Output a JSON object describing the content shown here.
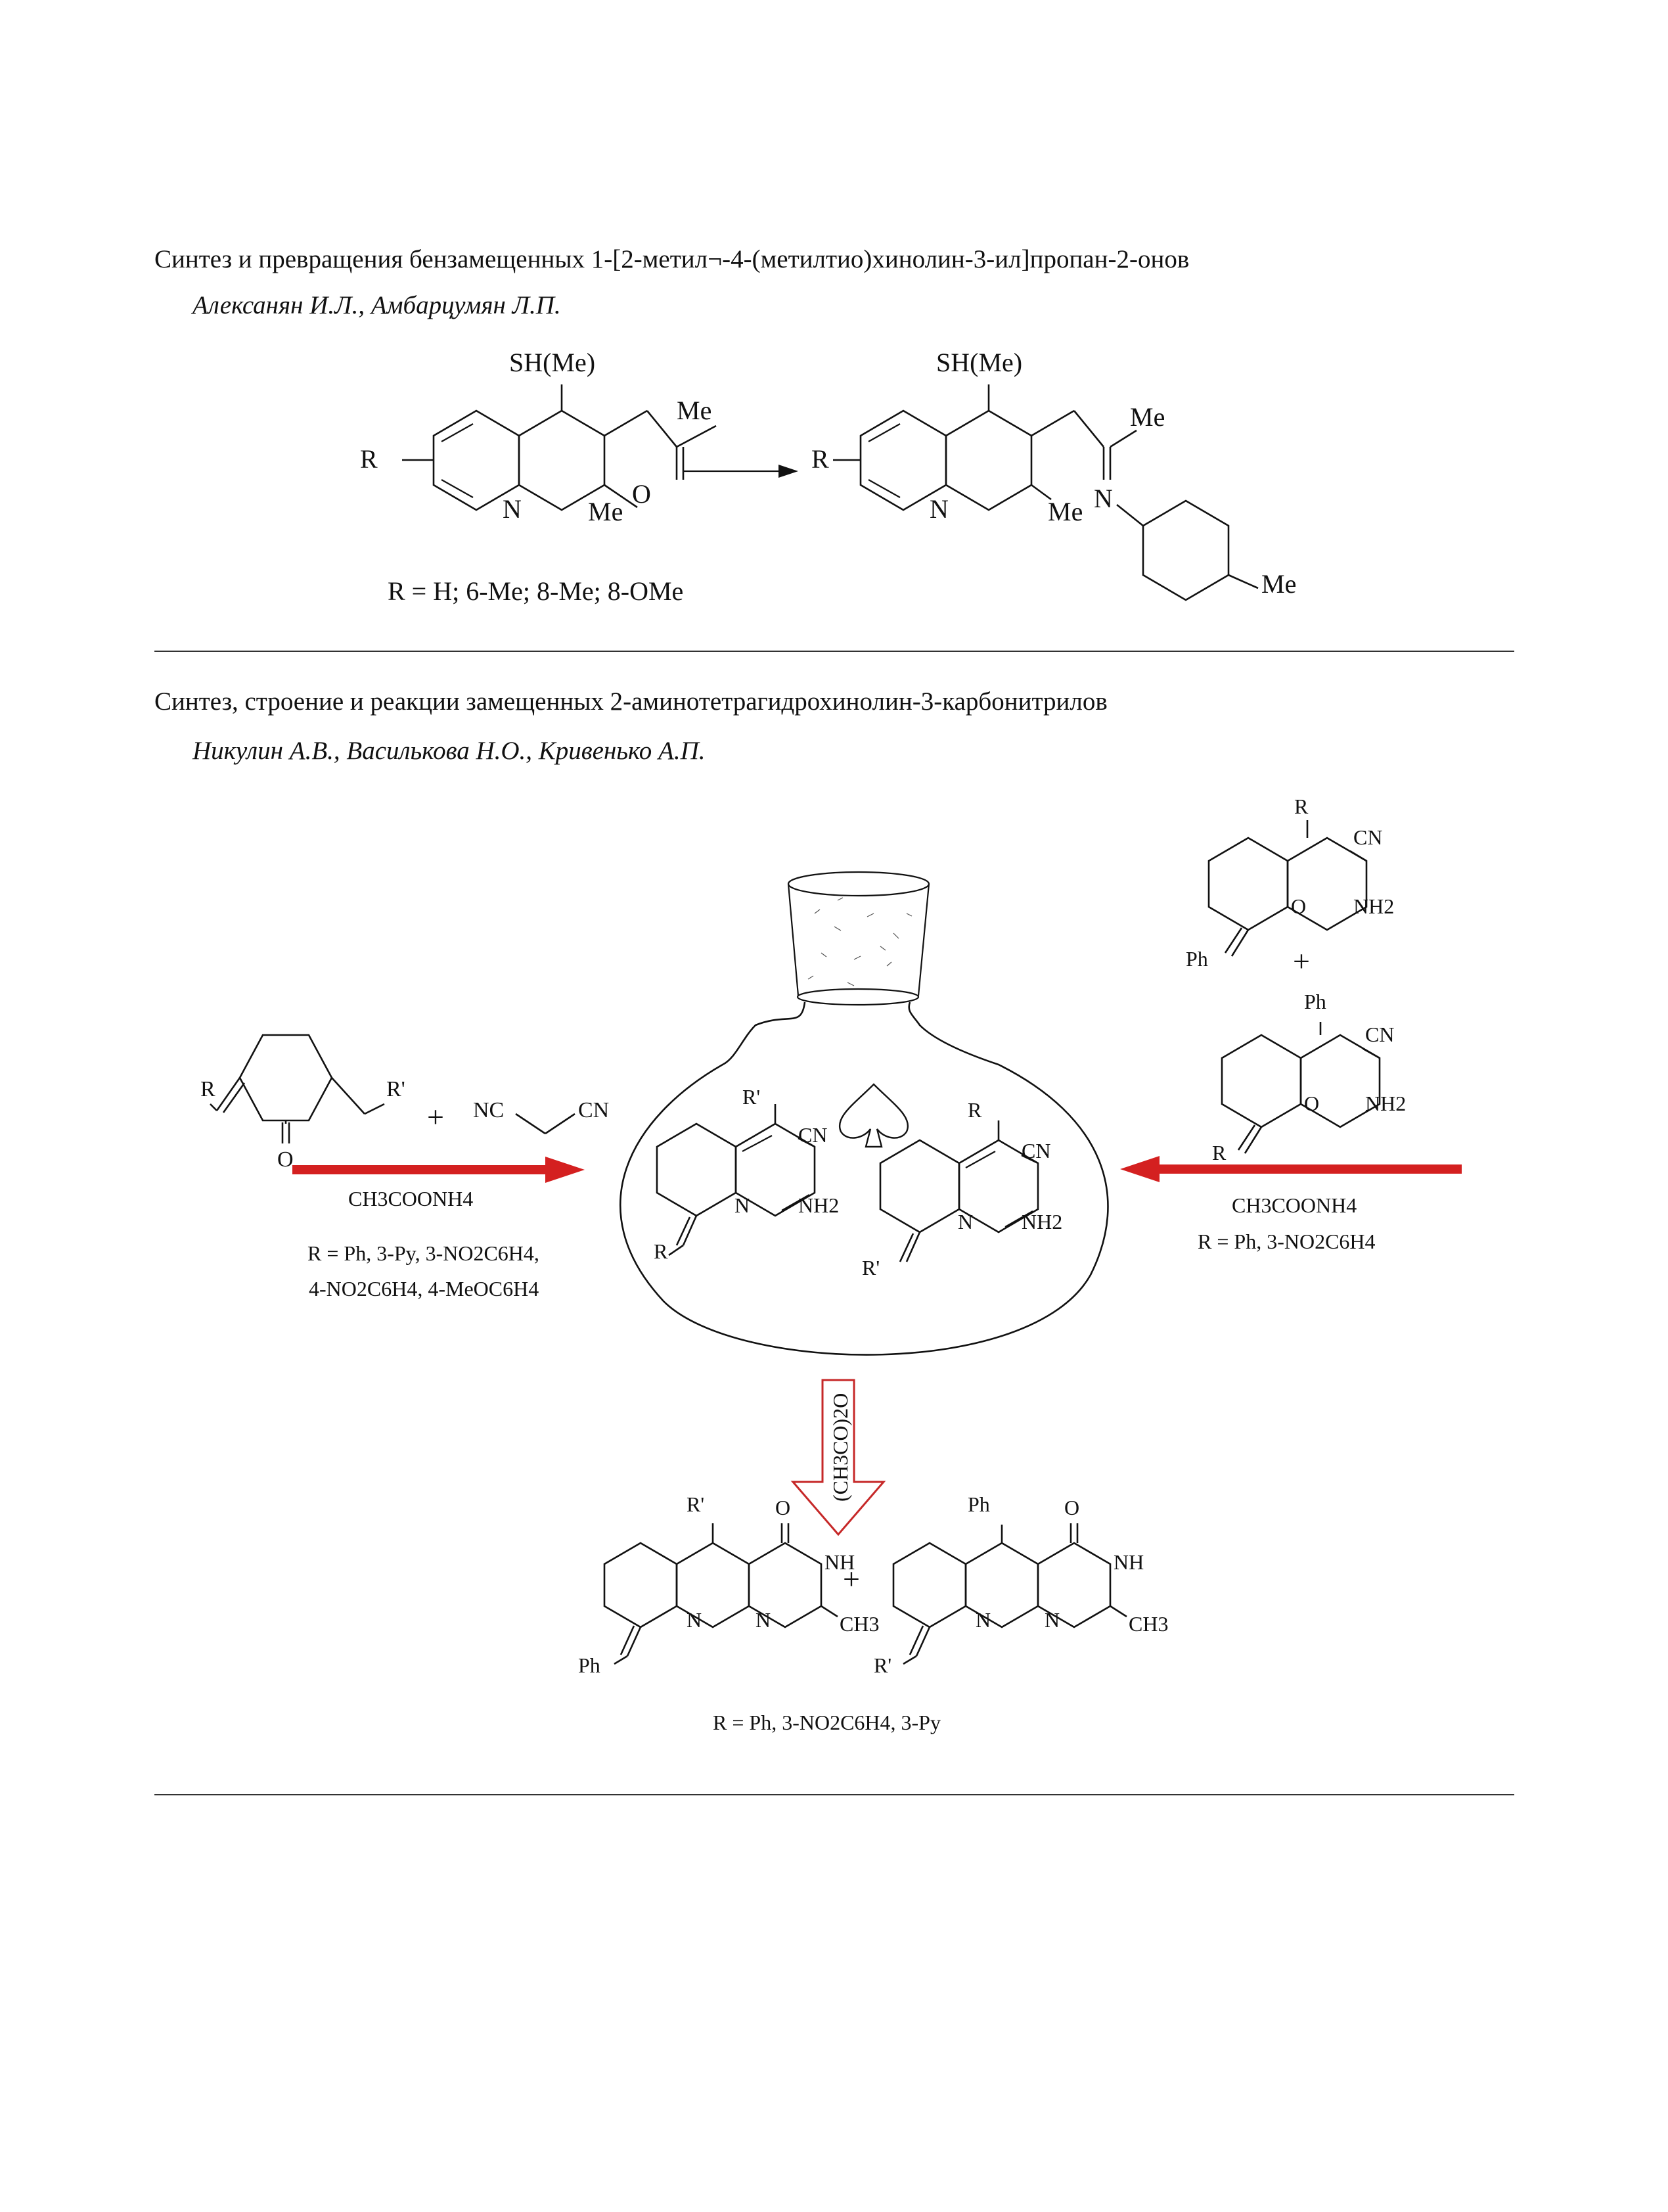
{
  "article1": {
    "title": "Синтез и превращения бензамещенных  1-[2-метил¬-4-(метилтио)хинолин-3-ил]пропан-2-онов",
    "authors": "Алексанян И.Л., Амбарцумян Л.П.",
    "scheme": {
      "sh_left": "SH(Me)",
      "sh_right": "SH(Me)",
      "me": "Me",
      "o": "O",
      "n": "N",
      "r": "R",
      "r_values": "R = H; 6-Me; 8-Me; 8-OMe"
    }
  },
  "article2": {
    "title": "Синтез, строение и реакции замещенных 2-аминотетрагидрохинолин-3-карбонитрилов",
    "authors": "Никулин А.В., Василькова Н.О., Кривенько А.П.",
    "scheme": {
      "r": "R",
      "r_prime": "R'",
      "ph": "Ph",
      "cn": "CN",
      "nc": "NC",
      "nh2": "NH2",
      "nh": "NH",
      "n": "N",
      "o": "O",
      "ch3": "CH3",
      "plus": "+",
      "reagent_left": "CH3COONH4",
      "reagent_right": "CH3COONH4",
      "r_values_left_1": "R = Ph, 3-Py, 3-NO2C6H4,",
      "r_values_left_2": "4-NO2C6H4, 4-MeOC6H4",
      "r_values_right": "R = Ph, 3-NO2C6H4",
      "reagent_down": "(CH3CO)2O",
      "r_values_bottom": "R = Ph, 3-NO2C6H4, 3-Py",
      "arrow_color": "#d42020",
      "outline_arrow_color": "#c62828"
    }
  }
}
